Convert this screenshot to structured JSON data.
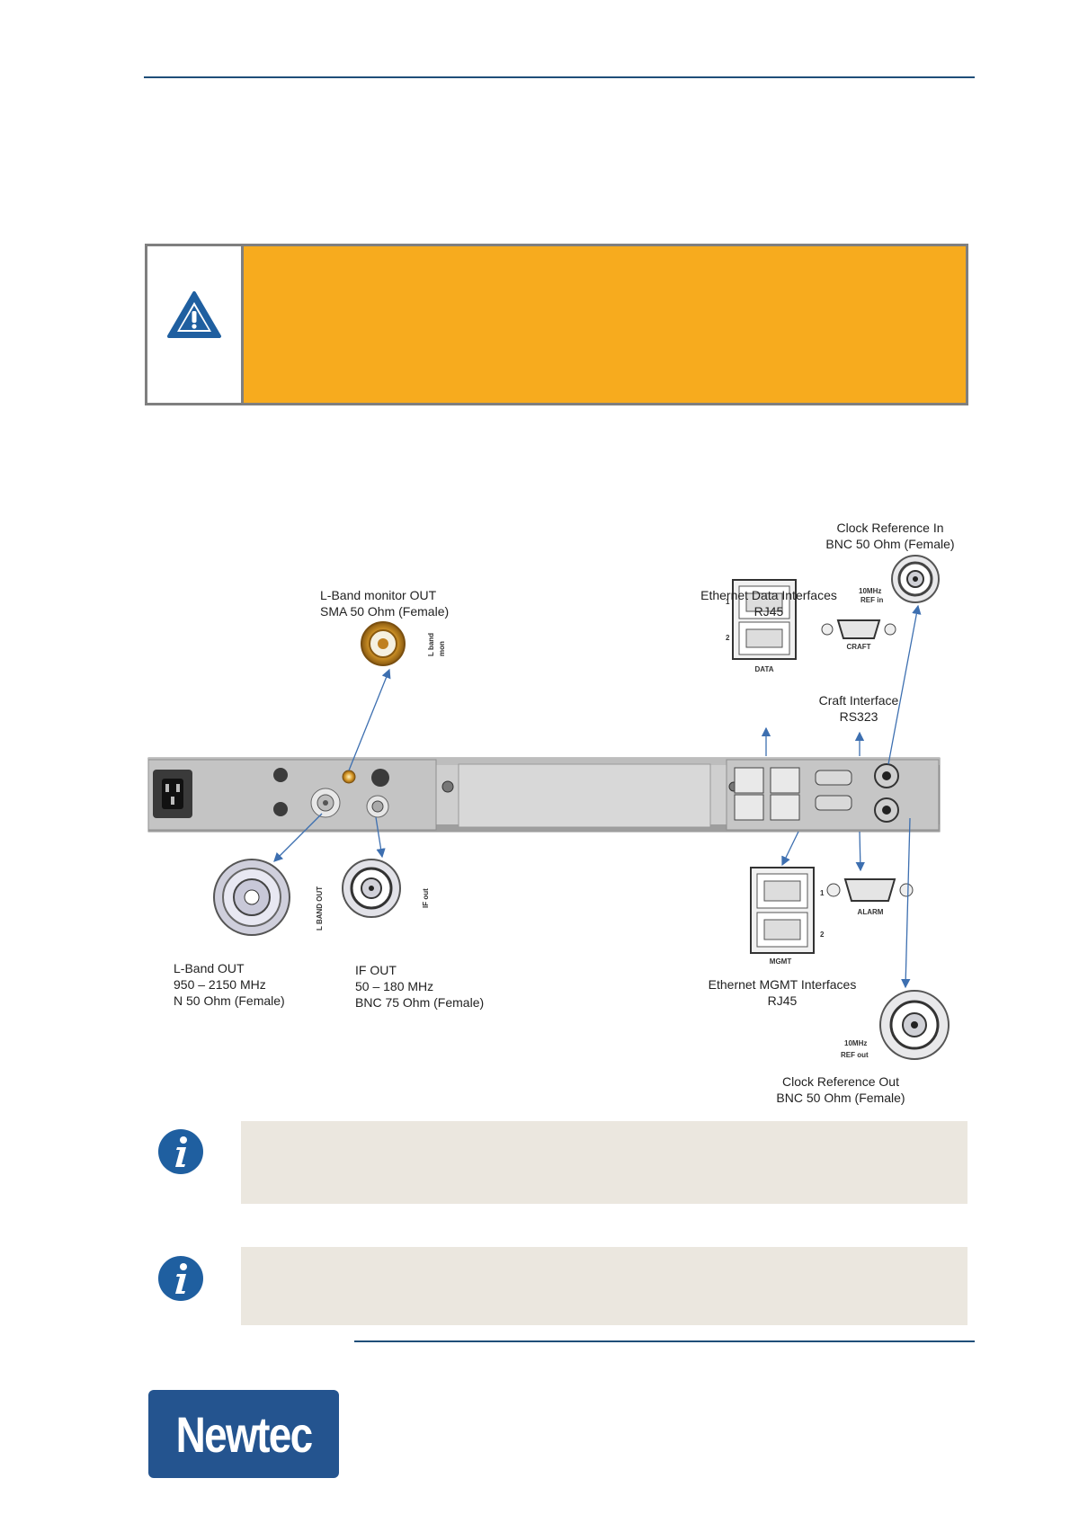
{
  "figure": {
    "labels": {
      "clock_ref_in": [
        "Clock Reference In",
        "BNC 50 Ohm (Female)"
      ],
      "lband_monitor": [
        "L-Band monitor OUT",
        "SMA 50 Ohm (Female)"
      ],
      "eth_data": [
        "Ethernet Data Interfaces",
        "RJ45"
      ],
      "craft": [
        "Craft Interface",
        "RS323"
      ],
      "lband_out": [
        "L-Band OUT",
        "950 – 2150 MHz",
        "N 50 Ohm (Female)"
      ],
      "if_out": [
        "IF OUT",
        "50 – 180 MHz",
        "BNC 75 Ohm (Female)"
      ],
      "eth_mgmt": [
        "Ethernet MGMT Interfaces",
        "RJ45"
      ],
      "clock_ref_out": [
        "Clock Reference Out",
        "BNC 50 Ohm (Female)"
      ]
    },
    "panel_text": {
      "ref_in": "10MHz",
      "ref_in2": "REF in",
      "lband_mon": "L band",
      "lband_mon2": "mon",
      "data": "DATA",
      "craft": "CRAFT",
      "alarm": "ALARM",
      "mgmt": "MGMT",
      "lband_out": "L BAND OUT",
      "if_out": "IF out",
      "ref_out": "10MHz",
      "ref_out2": "REF out",
      "port1": "1",
      "port2": "2"
    }
  },
  "logo": {
    "text": "Newtec"
  },
  "colors": {
    "accent": "#1f4e79",
    "warning": "#f7ab1e",
    "note_bg": "#ebe7df",
    "logo_bg": "#24548f"
  }
}
